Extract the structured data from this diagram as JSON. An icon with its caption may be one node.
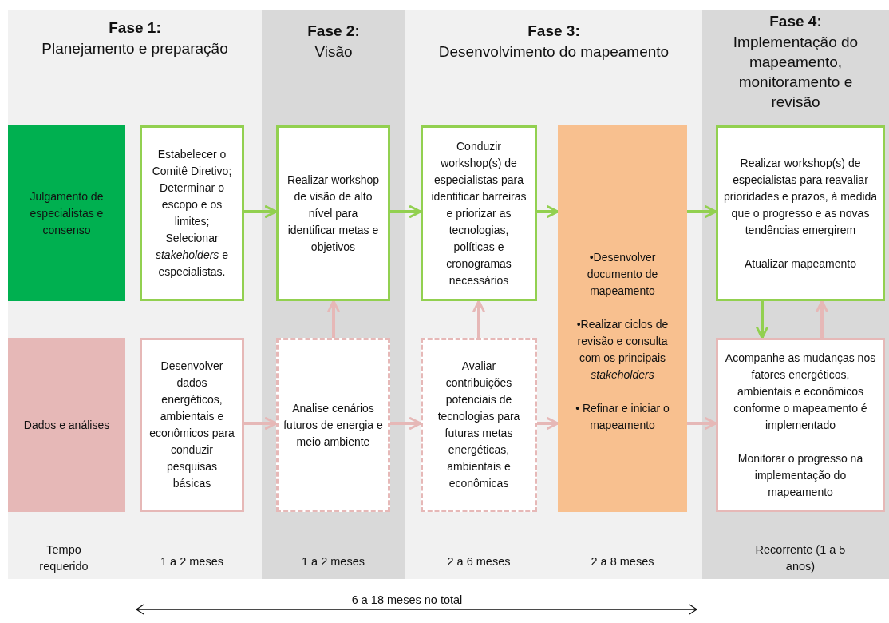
{
  "diagram": {
    "nodes": [
      {
        "text": [
          "Julgamento de especialistas e consenso"
        ]
      },
      {
        "text": [
          "Estabelecer o Comitê Diretivo; Determinar o escopo e os limites; Selecionar *stakeholders* e especialistas."
        ]
      },
      {
        "text": [
          "Realizar workshop de visão de alto nível para identificar metas e objetivos"
        ]
      },
      {
        "text": [
          "Conduzir workshop(s) de especialistas para identificar barreiras e priorizar as tecnologias, políticas e cronogramas necessários"
        ]
      },
      {
        "text": [
          "•Desenvolver documento de mapeamento",
          "•Realizar ciclos de revisão e consulta com os principais *stakeholders*",
          "• Refinar e iniciar o mapeamento"
        ]
      },
      {
        "text": [
          "Realizar workshop(s) de especialistas para reavaliar prioridades e prazos, à medida que o progresso e as novas tendências emergirem",
          "Atualizar mapeamento"
        ]
      },
      {
        "text": [
          "Dados e análises"
        ]
      },
      {
        "text": [
          "Desenvolver dados energéticos, ambientais e econômicos para conduzir pesquisas básicas"
        ]
      },
      {
        "text": [
          "Analise cenários futuros de energia e meio ambiente"
        ]
      },
      {
        "text": [
          "Avaliar contribuições potenciais de tecnologias para futuras metas energéticas, ambientais e econômicas"
        ]
      },
      {
        "text": [
          "Acompanhe as mudanças nos fatores energéticos, ambientais e econômicos conforme o mapeamento é implementado",
          "Monitorar o progresso na implementação do mapeamento"
        ]
      }
    ],
    "edges": [
      {
        "from": 1,
        "to": 2,
        "arrow": "to",
        "color": "#92d050"
      },
      {
        "from": 2,
        "to": 3,
        "arrow": "to",
        "color": "#92d050"
      },
      {
        "from": 3,
        "to": 4,
        "arrow": "to",
        "color": "#92d050"
      },
      {
        "from": 4,
        "to": 5,
        "arrow": "to",
        "color": "#92d050"
      },
      {
        "from": 5,
        "to": 10,
        "arrow": "to",
        "color": "#92d050"
      },
      {
        "from": 7,
        "to": 8,
        "arrow": "to"
      },
      {
        "from": 8,
        "to": 9,
        "arrow": "to"
      },
      {
        "from": 9,
        "to": 4,
        "arrow": "to"
      },
      {
        "from": 4,
        "to": 10,
        "arrow": "to"
      },
      {
        "from": 8,
        "to": 2,
        "arrow": "to"
      },
      {
        "from": 9,
        "to": 3,
        "arrow": "to"
      },
      {
        "from": 10,
        "to": 5,
        "arrow": "to"
      }
    ],
    "labels": [
      "Fase 1:",
      "Planejamento e preparação",
      "Fase 2:",
      "Visão",
      "Fase 3:",
      "Desenvolvimento do mapeamento",
      "Fase 4:",
      "Implementação do mapeamento, monitoramento e revisão",
      "Tempo requerido",
      "1 a 2 meses",
      "1 a 2 meses",
      "2 a 6 meses",
      "2 a 8 meses",
      "Recorrente (1 a 5 anos)",
      "6 a 18 meses no total"
    ]
  }
}
